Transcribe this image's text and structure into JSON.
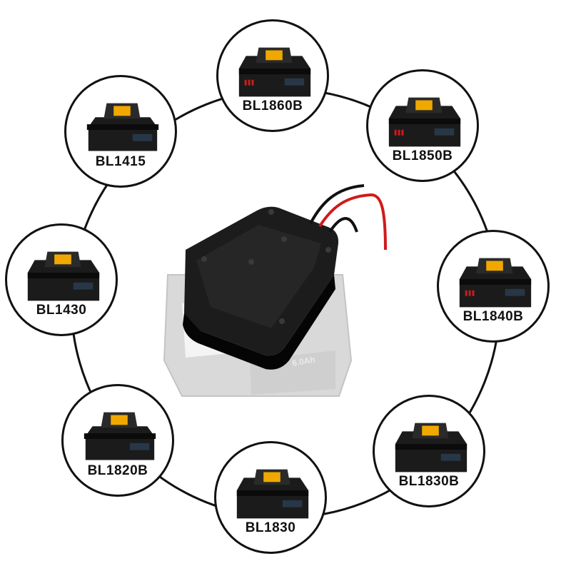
{
  "colors": {
    "ring": "#111111",
    "battery_body": "#1b1b1b",
    "latch": "#f0a800",
    "wire_red": "#d01a1a",
    "wire_black": "#111111",
    "ghost_battery": "#d6d6d6"
  },
  "batteries": [
    {
      "id": "bl1860b",
      "label": "BL1860B",
      "icon": "battery-pack-icon",
      "style": "tall-lit"
    },
    {
      "id": "bl1850b",
      "label": "BL1850B",
      "icon": "battery-pack-icon",
      "style": "tall-lit"
    },
    {
      "id": "bl1840b",
      "label": "BL1840B",
      "icon": "battery-pack-icon",
      "style": "tall-lit"
    },
    {
      "id": "bl1830b",
      "label": "BL1830B",
      "icon": "battery-pack-icon",
      "style": "tall"
    },
    {
      "id": "bl1830",
      "label": "BL1830",
      "icon": "battery-pack-icon",
      "style": "tall"
    },
    {
      "id": "bl1820b",
      "label": "BL1820B",
      "icon": "battery-pack-icon",
      "style": "compact"
    },
    {
      "id": "bl1430",
      "label": "BL1430",
      "icon": "battery-pack-icon",
      "style": "tall"
    },
    {
      "id": "bl1415",
      "label": "BL1415",
      "icon": "battery-pack-icon",
      "style": "compact"
    }
  ],
  "adapter": {
    "icon": "battery-adapter-icon",
    "ghost_battery_text": "6.0Ah"
  }
}
